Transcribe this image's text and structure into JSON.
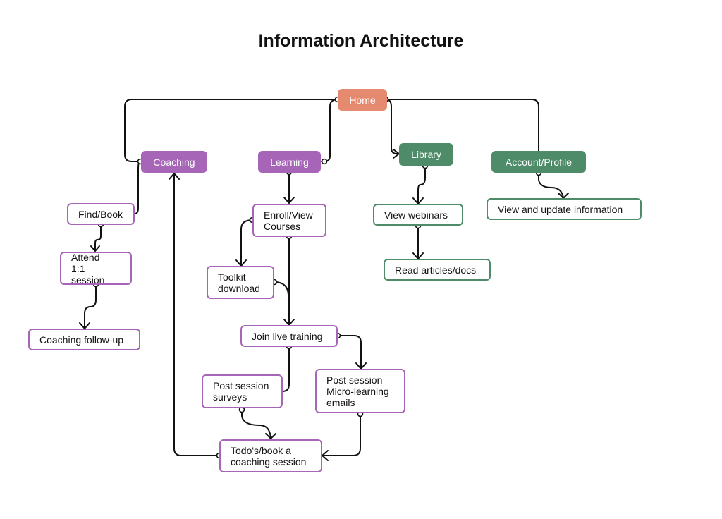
{
  "title": "Information Architecture",
  "colors": {
    "home": "#e58a6f",
    "coaching": "#a765b7",
    "library": "#4e8c69",
    "connector": "#111111"
  },
  "nodes": {
    "home": "Home",
    "coaching": "Coaching",
    "learning": "Learning",
    "library": "Library",
    "account": "Account/Profile",
    "find_book": "Find/Book",
    "attend": "Attend\n1:1 session",
    "coaching_followup": "Coaching follow-up",
    "enroll": "Enroll/View\nCourses",
    "toolkit": "Toolkit\ndownload",
    "join_live": "Join live training",
    "post_surveys": "Post session\nsurveys",
    "post_emails": "Post session\nMicro-learning\nemails",
    "todos": "Todo's/book a\ncoaching session",
    "webinars": "View webinars",
    "articles": "Read articles/docs",
    "view_update": "View and update information"
  }
}
